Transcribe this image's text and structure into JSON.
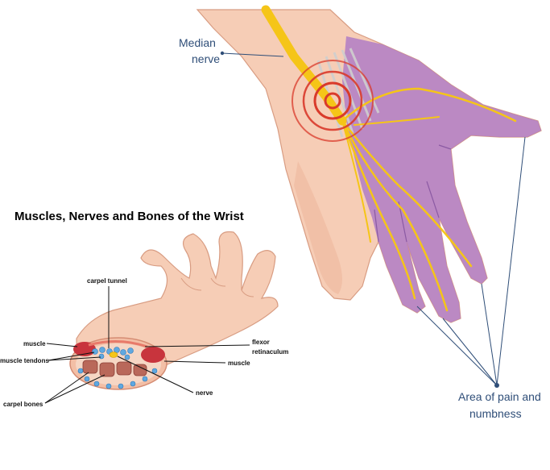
{
  "diagram": {
    "main_hand": {
      "label_median_nerve": [
        "Median",
        "nerve"
      ],
      "label_area": [
        "Area of pain and",
        "numbness"
      ]
    },
    "cross_section": {
      "title": "Muscles, Nerves and Bones of the Wrist",
      "labels": {
        "carpel_tunnel": "carpel tunnel",
        "muscle_left": "muscle",
        "muscle_tendons": "muscle tendons",
        "carpel_bones": "carpel bones",
        "flexor": [
          "flexor",
          "retinaculum"
        ],
        "muscle_right": "muscle",
        "nerve": "nerve"
      }
    },
    "colors": {
      "skin": "#f6cdb6",
      "skin_shadow": "#e9a98c",
      "affected_area": "#b07cc6",
      "nerve": "#f5c518",
      "pain_rings": "#d93a2b",
      "label_blue": "#2f4e78"
    }
  }
}
